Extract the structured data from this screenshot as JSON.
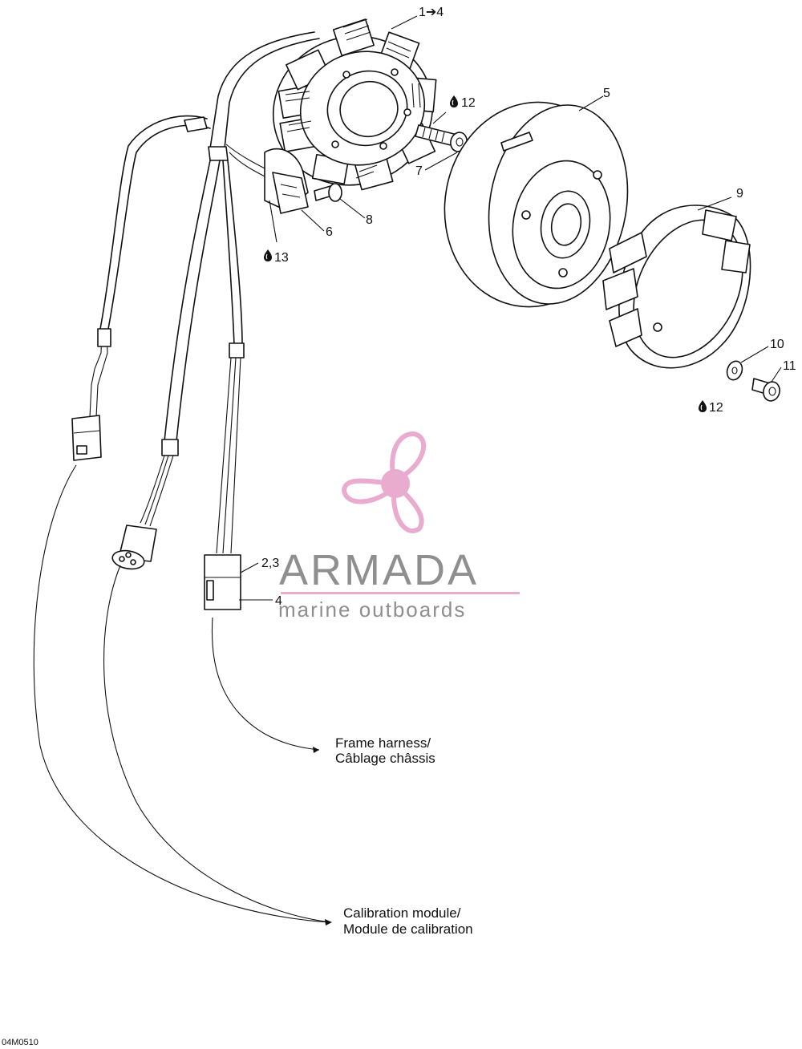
{
  "callouts": {
    "c1": "1➔4",
    "c5": "5",
    "c12a": "12",
    "c7": "7",
    "c8": "8",
    "c6": "6",
    "c13": "13",
    "c9": "9",
    "c10": "10",
    "c11": "11",
    "c12b": "12",
    "c23": "2,3",
    "c4": "4"
  },
  "notes": {
    "frame_harness_1": "Frame harness/",
    "frame_harness_2": "Câblage châssis",
    "calibration_1": "Calibration module/",
    "calibration_2": "Module de calibration"
  },
  "figure_code": "04M0510",
  "watermark": {
    "brand": "ARMADA",
    "tagline": "marine outboards",
    "brand_color": "#8a8a8a",
    "logo_color": "#e8a8cc"
  },
  "icons": {
    "drop": "oil-drop-icon",
    "propeller": "propeller-logo-icon"
  }
}
